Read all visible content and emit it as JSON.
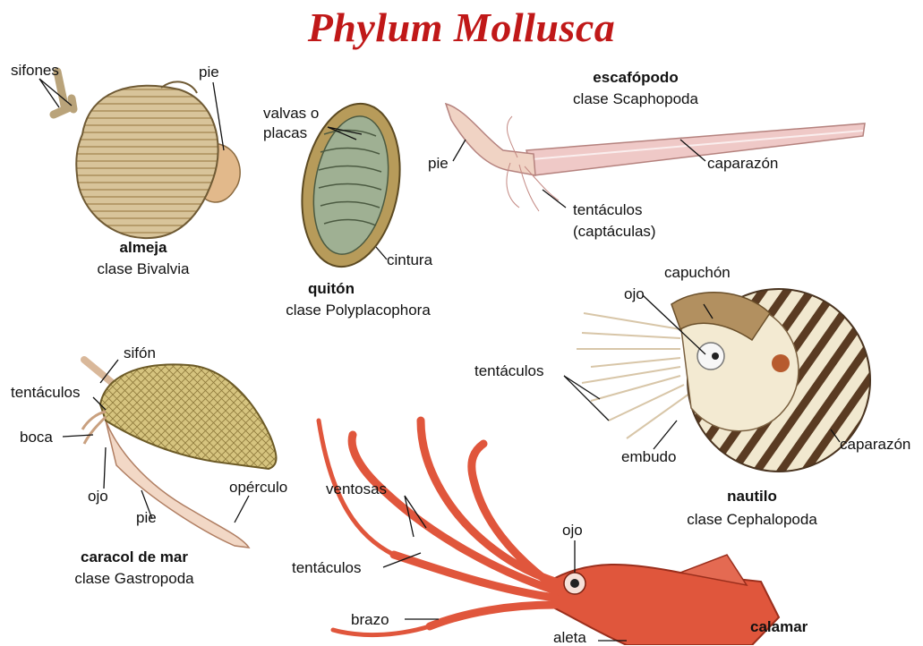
{
  "title": "Phylum Mollusca",
  "bivalve": {
    "name": "almeja",
    "class": "clase Bivalvia",
    "labels": {
      "siphons": "sifones",
      "foot": "pie"
    }
  },
  "chiton": {
    "name": "quitón",
    "class": "clase Polyplacophora",
    "labels": {
      "plates_1": "valvas o",
      "plates_2": "placas",
      "girdle": "cintura"
    }
  },
  "scaphopod": {
    "name": "escafópodo",
    "class": "clase Scaphopoda",
    "labels": {
      "foot": "pie",
      "shell": "caparazón",
      "tentacles_1": "tentáculos",
      "tentacles_2": "(captáculas)"
    }
  },
  "nautilus": {
    "name": "nautilo",
    "class": "clase  Cephalopoda",
    "labels": {
      "hood": "capuchón",
      "eye": "ojo",
      "tentacles": "tentáculos",
      "funnel": "embudo",
      "shell": "caparazón"
    }
  },
  "snail": {
    "name": "caracol de mar",
    "class": "clase Gastropoda",
    "labels": {
      "siphon": "sifón",
      "tentacles": "tentáculos",
      "mouth": "boca",
      "eye": "ojo",
      "foot": "pie",
      "operculum": "opérculo"
    }
  },
  "squid": {
    "name": "calamar",
    "labels": {
      "suckers": "ventosas",
      "tentacles": "tentáculos",
      "arm": "brazo",
      "eye": "ojo",
      "fin": "aleta"
    }
  },
  "colors": {
    "title": "#c01818",
    "squid": "#e0563c",
    "shell": "#c9b07a"
  }
}
